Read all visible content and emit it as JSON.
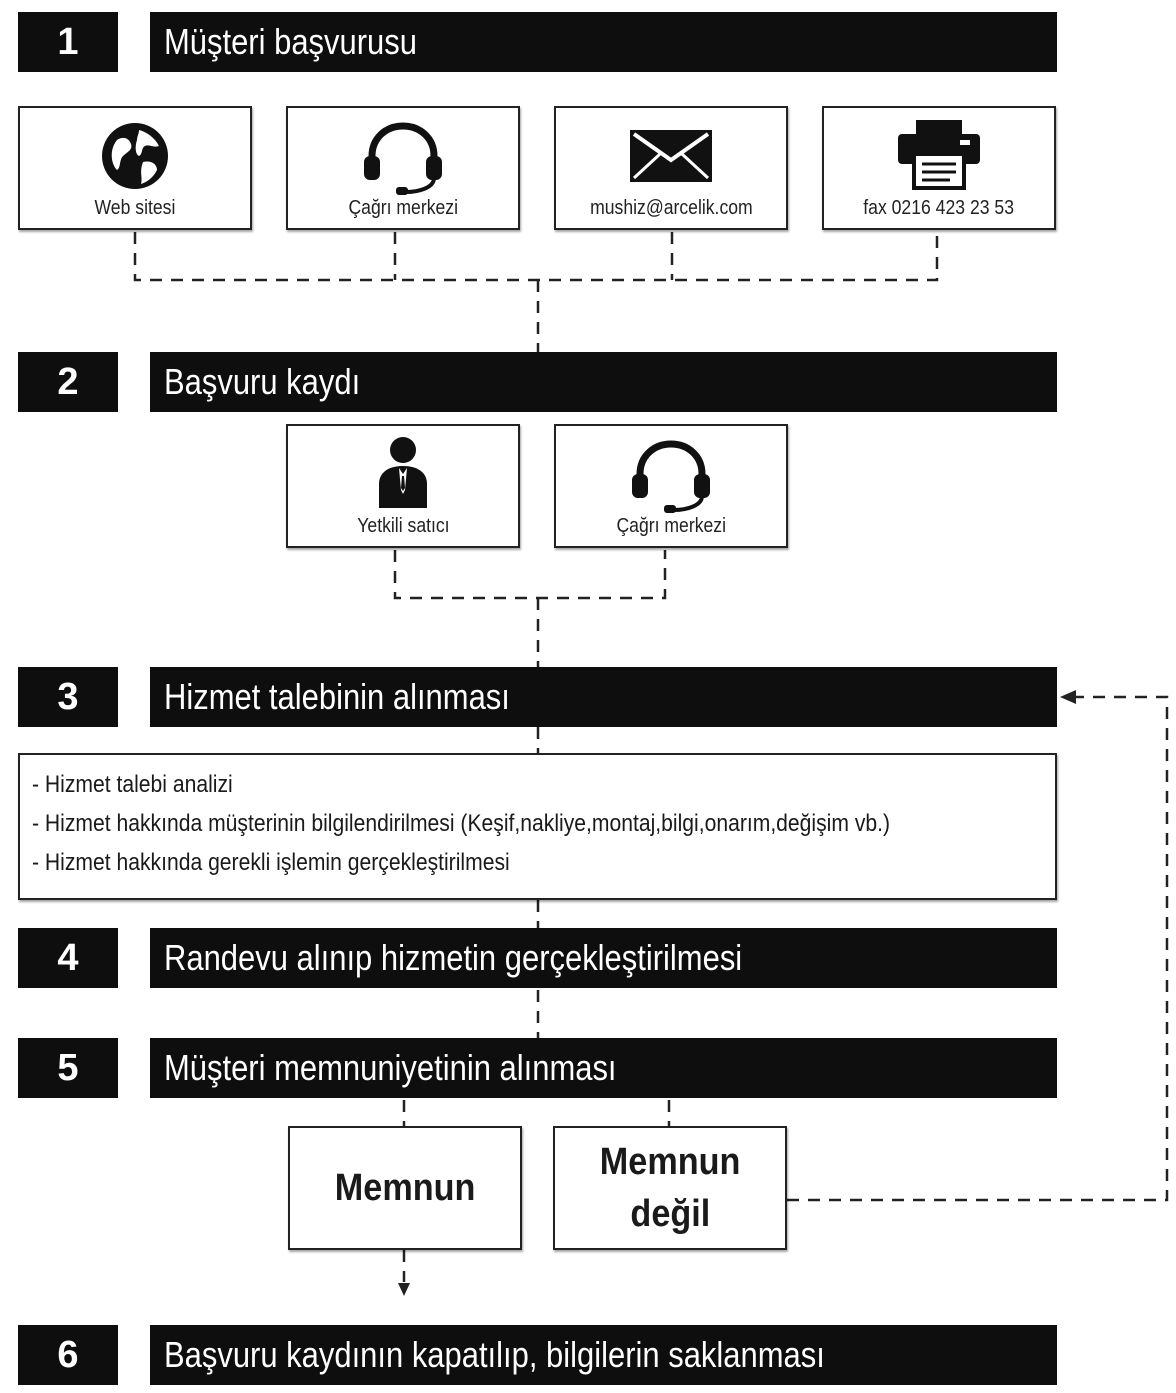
{
  "steps": [
    {
      "number": "1",
      "title": "Müşteri başvurusu"
    },
    {
      "number": "2",
      "title": "Başvuru kaydı"
    },
    {
      "number": "3",
      "title": "Hizmet talebinin alınması"
    },
    {
      "number": "4",
      "title": "Randevu alınıp hizmetin gerçekleştirilmesi"
    },
    {
      "number": "5",
      "title": "Müşteri memnuniyetinin alınması"
    },
    {
      "number": "6",
      "title": "Başvuru kaydının kapatılıp, bilgilerin saklanması"
    }
  ],
  "channels": [
    {
      "label": "Web sitesi",
      "icon": "globe-icon"
    },
    {
      "label": "Çağrı merkezi",
      "icon": "headset-icon"
    },
    {
      "label": "mushiz@arcelik.com",
      "icon": "envelope-icon"
    },
    {
      "label": "fax 0216 423 23 53",
      "icon": "fax-icon"
    }
  ],
  "registration": [
    {
      "label": "Yetkili satıcı",
      "icon": "person-icon"
    },
    {
      "label": "Çağrı merkezi",
      "icon": "headset-icon"
    }
  ],
  "service_details": [
    "- Hizmet talebi analizi",
    "- Hizmet hakkında müşterinin bilgilendirilmesi (Keşif,nakliye,montaj,bilgi,onarım,değişim vb.)",
    "- Hizmet hakkında gerekli işlemin gerçekleştirilmesi"
  ],
  "outcomes": {
    "satisfied": "Memnun",
    "not_satisfied_line1": "Memnun",
    "not_satisfied_line2": "değil"
  },
  "colors": {
    "bar": "#0e0e0e",
    "text_on_bar": "#ffffff",
    "line": "#222222"
  }
}
